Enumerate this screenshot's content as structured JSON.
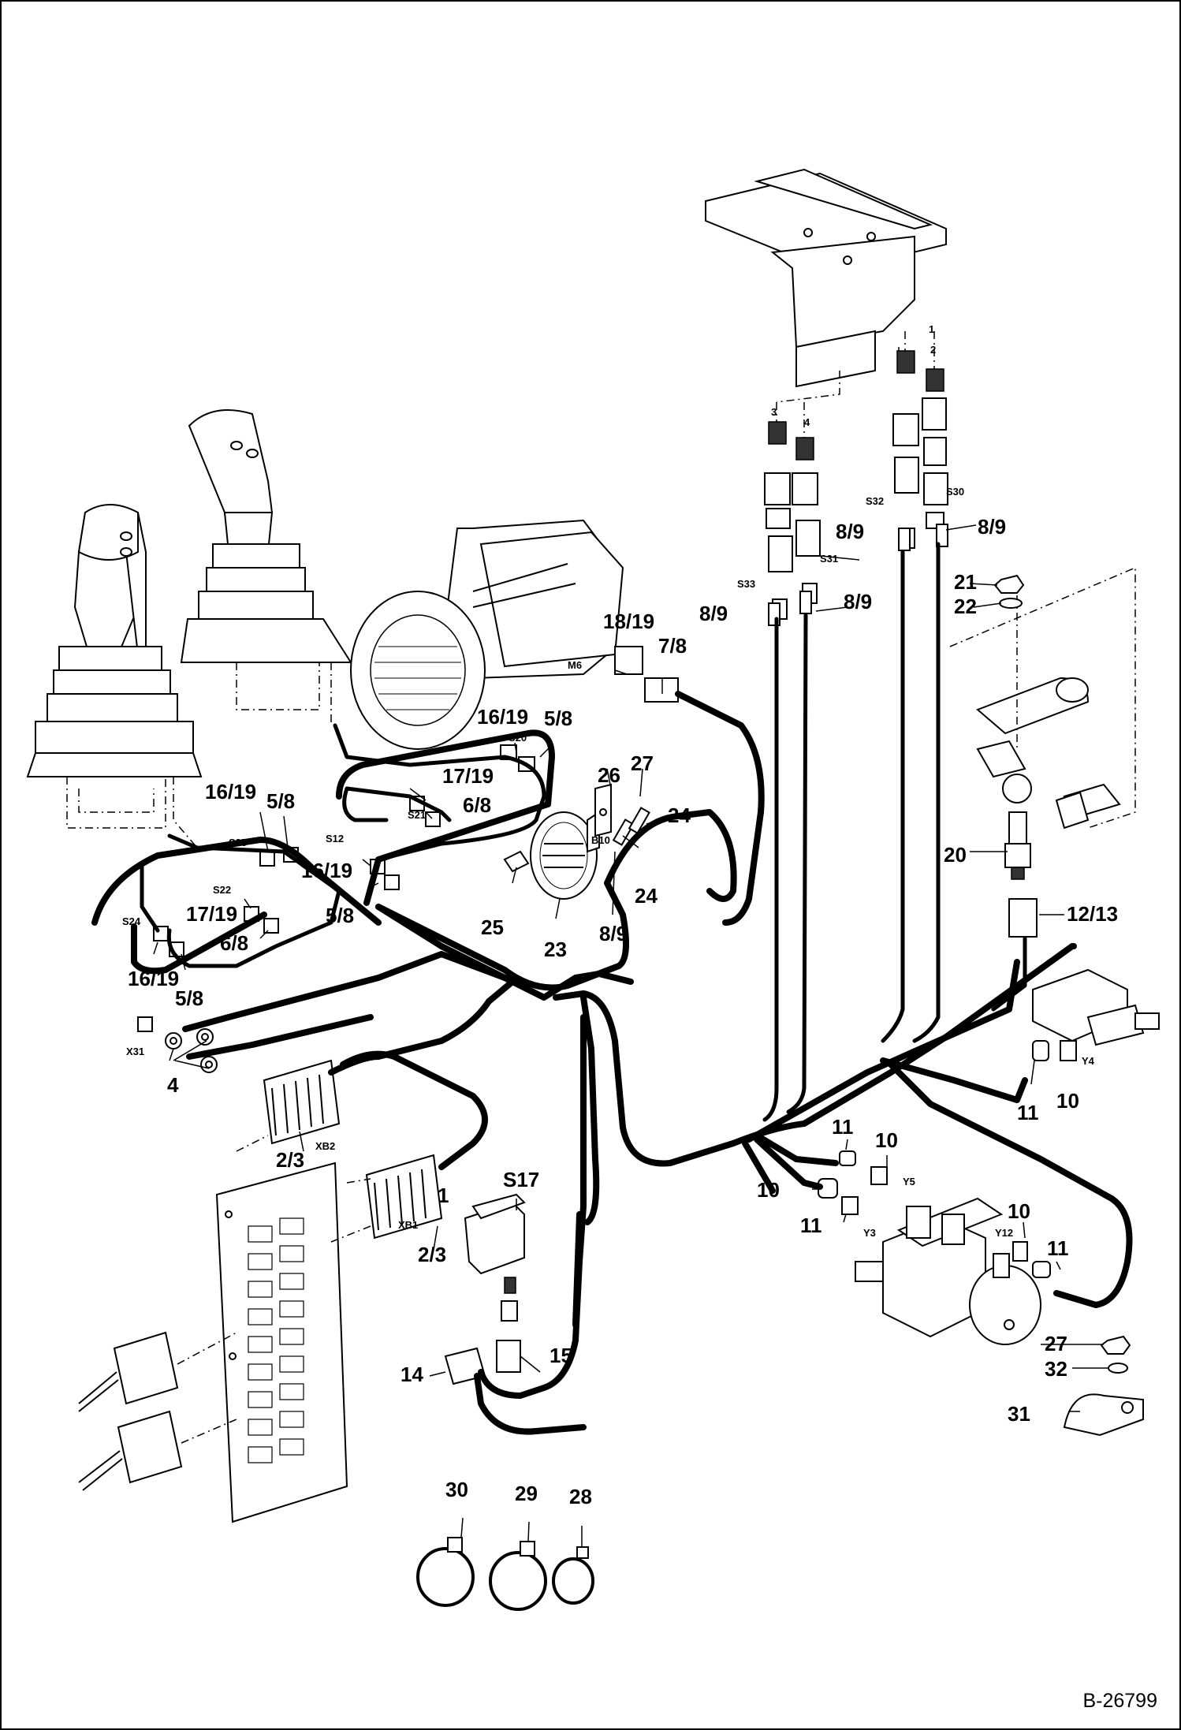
{
  "document": {
    "drawing_number": "B-26799"
  },
  "callouts": [
    {
      "id": "c-1",
      "text": "1"
    },
    {
      "id": "c-2-3-xb2",
      "text": "2/3"
    },
    {
      "id": "c-2-3-xb1",
      "text": "2/3"
    },
    {
      "id": "c-4",
      "text": "4"
    },
    {
      "id": "c-5-8-a",
      "text": "5/8"
    },
    {
      "id": "c-5-8-b",
      "text": "5/8"
    },
    {
      "id": "c-5-8-c",
      "text": "5/8"
    },
    {
      "id": "c-5-8-d",
      "text": "5/8"
    },
    {
      "id": "c-6-8-a",
      "text": "6/8"
    },
    {
      "id": "c-6-8-b",
      "text": "6/8"
    },
    {
      "id": "c-7-8",
      "text": "7/8"
    },
    {
      "id": "c-8-9-a",
      "text": "8/9"
    },
    {
      "id": "c-8-9-b",
      "text": "8/9"
    },
    {
      "id": "c-8-9-c",
      "text": "8/9"
    },
    {
      "id": "c-8-9-d",
      "text": "8/9"
    },
    {
      "id": "c-8-9-e",
      "text": "8/9"
    },
    {
      "id": "c-10-a",
      "text": "10"
    },
    {
      "id": "c-10-b",
      "text": "10"
    },
    {
      "id": "c-10-c",
      "text": "10"
    },
    {
      "id": "c-10-d",
      "text": "10"
    },
    {
      "id": "c-11-a",
      "text": "11"
    },
    {
      "id": "c-11-b",
      "text": "11"
    },
    {
      "id": "c-11-c",
      "text": "11"
    },
    {
      "id": "c-11-d",
      "text": "11"
    },
    {
      "id": "c-12-13",
      "text": "12/13"
    },
    {
      "id": "c-14",
      "text": "14"
    },
    {
      "id": "c-15",
      "text": "15"
    },
    {
      "id": "c-16-19-a",
      "text": "16/19"
    },
    {
      "id": "c-16-19-b",
      "text": "16/19"
    },
    {
      "id": "c-16-19-c",
      "text": "16/19"
    },
    {
      "id": "c-16-19-d",
      "text": "16/19"
    },
    {
      "id": "c-17-19-a",
      "text": "17/19"
    },
    {
      "id": "c-17-19-b",
      "text": "17/19"
    },
    {
      "id": "c-18-19",
      "text": "18/19"
    },
    {
      "id": "c-20",
      "text": "20"
    },
    {
      "id": "c-21",
      "text": "21"
    },
    {
      "id": "c-22",
      "text": "22"
    },
    {
      "id": "c-23",
      "text": "23"
    },
    {
      "id": "c-24-a",
      "text": "24"
    },
    {
      "id": "c-24-b",
      "text": "24"
    },
    {
      "id": "c-25",
      "text": "25"
    },
    {
      "id": "c-26",
      "text": "26"
    },
    {
      "id": "c-27-a",
      "text": "27"
    },
    {
      "id": "c-27-b",
      "text": "27"
    },
    {
      "id": "c-28",
      "text": "28"
    },
    {
      "id": "c-29",
      "text": "29"
    },
    {
      "id": "c-30",
      "text": "30"
    },
    {
      "id": "c-31",
      "text": "31"
    },
    {
      "id": "c-32",
      "text": "32"
    },
    {
      "id": "c-s17",
      "text": "S17"
    }
  ],
  "component_tags": [
    {
      "id": "t-m6",
      "text": "M6"
    },
    {
      "id": "t-s20",
      "text": "S20"
    },
    {
      "id": "t-s21",
      "text": "S21"
    },
    {
      "id": "t-s12",
      "text": "S12"
    },
    {
      "id": "t-s25",
      "text": "S25"
    },
    {
      "id": "t-s22",
      "text": "S22"
    },
    {
      "id": "t-s24",
      "text": "S24"
    },
    {
      "id": "t-x31",
      "text": "X31"
    },
    {
      "id": "t-xb2",
      "text": "XB2"
    },
    {
      "id": "t-xb1",
      "text": "XB1"
    },
    {
      "id": "t-b10",
      "text": "B10"
    },
    {
      "id": "t-s33",
      "text": "S33"
    },
    {
      "id": "t-s31",
      "text": "S31"
    },
    {
      "id": "t-s32",
      "text": "S32"
    },
    {
      "id": "t-s30",
      "text": "S30"
    },
    {
      "id": "t-y4",
      "text": "Y4"
    },
    {
      "id": "t-y5",
      "text": "Y5"
    },
    {
      "id": "t-y3",
      "text": "Y3"
    },
    {
      "id": "t-y12",
      "text": "Y12"
    },
    {
      "id": "t-p1",
      "text": "1"
    },
    {
      "id": "t-p2",
      "text": "2"
    },
    {
      "id": "t-p3",
      "text": "3"
    },
    {
      "id": "t-p4",
      "text": "4"
    }
  ]
}
